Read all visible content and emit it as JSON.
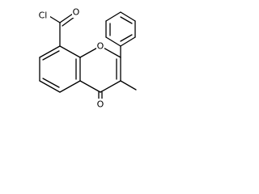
{
  "molecule": {
    "atoms": {
      "acyl_chlorine": "Cl",
      "acyl_oxygen": "O",
      "ring_oxygen": "O",
      "ketone_oxygen": "O"
    },
    "colors": {
      "bond": "#000000",
      "label": "#000000",
      "background": "#ffffff"
    }
  }
}
